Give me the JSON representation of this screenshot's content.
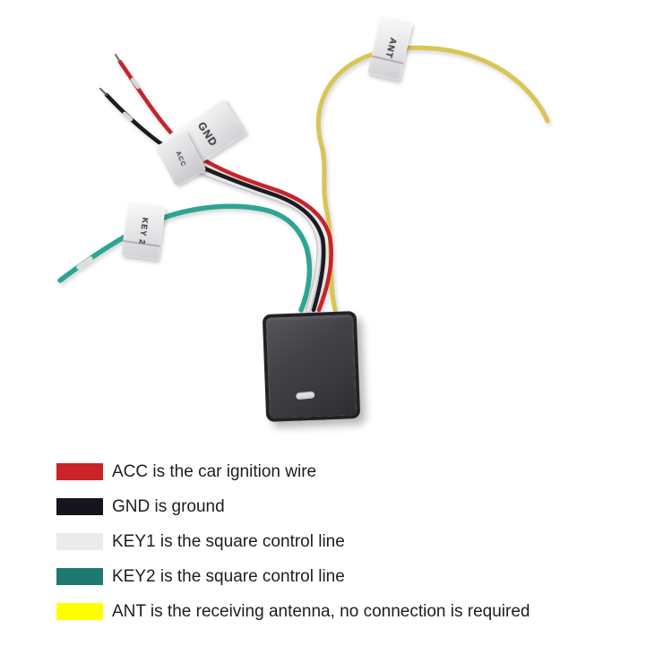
{
  "figure": {
    "description": "Car module with five wires and wrap-around labels",
    "tags": {
      "ant": {
        "label": "ANT"
      },
      "gnd": {
        "label": "GND"
      },
      "acc": {
        "label": "ACC"
      },
      "key2": {
        "label": "KEY 2"
      }
    },
    "wires": {
      "acc": {
        "name": "ACC wire",
        "color": "#c5242c"
      },
      "gnd": {
        "name": "GND wire",
        "color": "#1c1c20"
      },
      "key1": {
        "name": "KEY1 wire",
        "color": "#e8e8e8"
      },
      "key2": {
        "name": "KEY2 wire",
        "color": "#2ca593"
      },
      "ant": {
        "name": "ANT wire",
        "color": "#d9c554"
      }
    }
  },
  "legend": {
    "items": [
      {
        "key": "ACC",
        "color": "#cc2229",
        "text": "ACC is the car ignition wire"
      },
      {
        "key": "GND",
        "color": "#15151e",
        "text": "GND is ground"
      },
      {
        "key": "KEY1",
        "color": "#ebebeb",
        "text": "KEY1 is the square control line"
      },
      {
        "key": "KEY2",
        "color": "#1e7a70",
        "text": "KEY2 is the square control line"
      },
      {
        "key": "ANT",
        "color": "#ffff00",
        "text": "ANT is the receiving antenna, no connection is required"
      }
    ]
  }
}
